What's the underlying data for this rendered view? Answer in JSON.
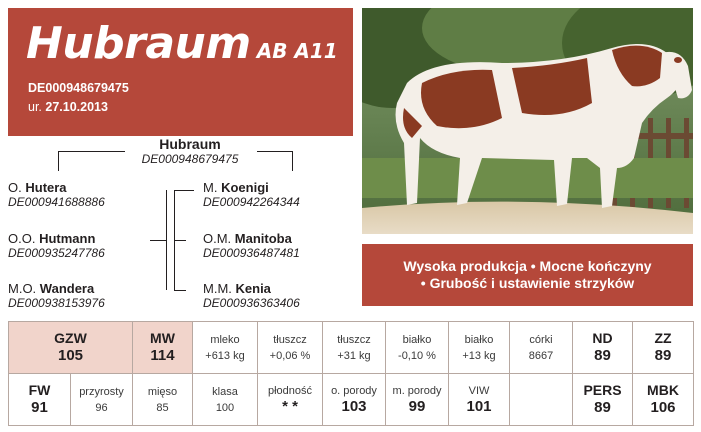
{
  "header": {
    "name": "Hubraum",
    "code": "AB A11",
    "reg_number": "DE000948679475",
    "born_prefix": "ur.",
    "born_date": "27.10.2013"
  },
  "pedigree": {
    "animal": {
      "name": "Hubraum",
      "id": "DE000948679475"
    },
    "sire": {
      "prefix": "O.",
      "name": "Hutera",
      "id": "DE000941688886"
    },
    "dam": {
      "prefix": "M.",
      "name": "Koenigi",
      "id": "DE000942264344"
    },
    "sire_sire": {
      "prefix": "O.O.",
      "name": "Hutmann",
      "id": "DE000935247786"
    },
    "dam_sire": {
      "prefix": "O.M.",
      "name": "Manitoba",
      "id": "DE000936487481"
    },
    "sire_dam": {
      "prefix": "M.O.",
      "name": "Wandera",
      "id": "DE000938153976"
    },
    "dam_dam": {
      "prefix": "M.M.",
      "name": "Kenia",
      "id": "DE000936363406"
    }
  },
  "banner": {
    "line1": "Wysoka produkcja • Mocne kończyny",
    "line2": "• Grubość i ustawienie strzyków"
  },
  "table": {
    "gzw": {
      "label": "GZW",
      "value": "105"
    },
    "mw": {
      "label": "MW",
      "value": "114"
    },
    "mleko": {
      "label": "mleko",
      "value": "+613 kg"
    },
    "tluszcz_pct": {
      "label": "tłuszcz",
      "value": "+0,06 %"
    },
    "tluszcz_kg": {
      "label": "tłuszcz",
      "value": "+31 kg"
    },
    "bialko_pct": {
      "label": "białko",
      "value": "-0,10 %"
    },
    "bialko_kg": {
      "label": "białko",
      "value": "+13 kg"
    },
    "corki": {
      "label": "córki",
      "value": "8667"
    },
    "nd": {
      "label": "ND",
      "value": "89"
    },
    "zz": {
      "label": "ZZ",
      "value": "89"
    },
    "fw": {
      "label": "FW",
      "value": "91"
    },
    "przyrosty": {
      "label": "przyrosty",
      "value": "96"
    },
    "mieso": {
      "label": "mięso",
      "value": "85"
    },
    "klasa": {
      "label": "klasa",
      "value": "100"
    },
    "plodnosc": {
      "label": "płodność",
      "value": "* *"
    },
    "o_porody": {
      "label": "o. porody",
      "value": "103"
    },
    "m_porody": {
      "label": "m. porody",
      "value": "99"
    },
    "viw": {
      "label": "VIW",
      "value": "101"
    },
    "pers": {
      "label": "PERS",
      "value": "89"
    },
    "mbk": {
      "label": "MBK",
      "value": "106"
    }
  },
  "colors": {
    "accent": "#b5483a",
    "highlight": "#f1d4cb",
    "border": "#b7a8a1"
  }
}
